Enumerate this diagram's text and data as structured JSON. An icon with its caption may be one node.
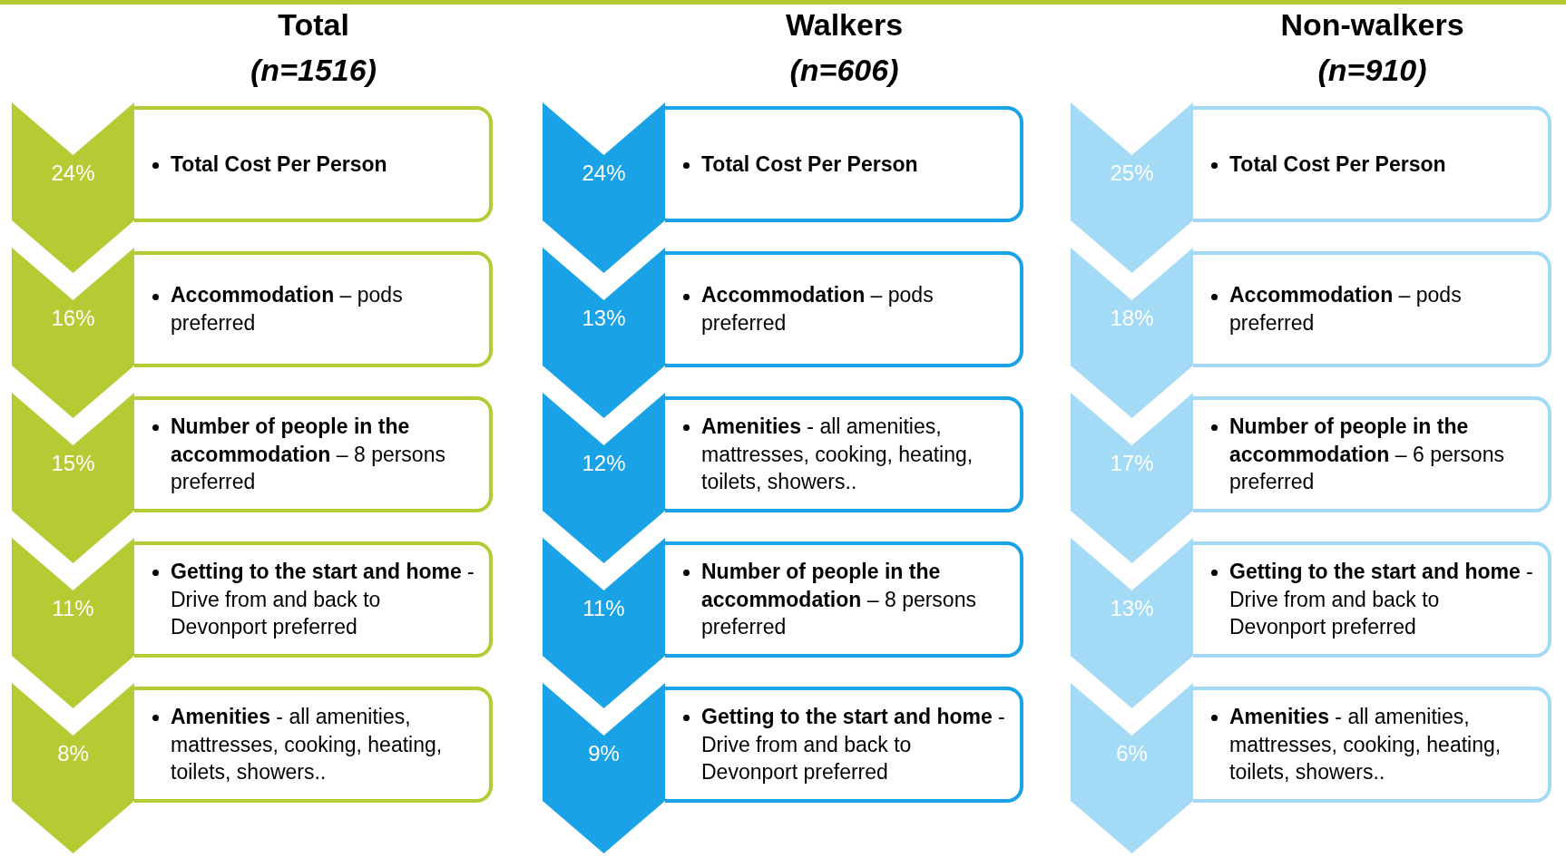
{
  "diagram": {
    "nodes": [
      {
        "text": [
          "24%"
        ]
      },
      {
        "text": [
          "Total Cost Per Person"
        ]
      },
      {
        "text": [
          "16%"
        ]
      },
      {
        "text": [
          "**Accommodation** – pods preferred"
        ]
      },
      {
        "text": [
          "15%"
        ]
      },
      {
        "text": [
          "**Number of people in the accommodation** – 8 persons preferred"
        ]
      },
      {
        "text": [
          "11%"
        ]
      },
      {
        "text": [
          "**Getting to the start and home** - Drive from and back to Devonport preferred"
        ]
      },
      {
        "text": [
          "8%"
        ]
      },
      {
        "text": [
          "**Amenities** - all amenities, mattresses, cooking, heating, toilets, showers.."
        ]
      },
      {
        "text": [
          "24%"
        ]
      },
      {
        "text": [
          "Total Cost Per Person"
        ]
      },
      {
        "text": [
          "13%"
        ]
      },
      {
        "text": [
          "**Accommodation** – pods preferred"
        ]
      },
      {
        "text": [
          "12%"
        ]
      },
      {
        "text": [
          "**Amenities** - all amenities, mattresses, cooking, heating, toilets, showers.."
        ]
      },
      {
        "text": [
          "11%"
        ]
      },
      {
        "text": [
          "**Number of people in the accommodation** – 8 persons preferred"
        ]
      },
      {
        "text": [
          "9%"
        ]
      },
      {
        "text": [
          "**Getting to the start and home** - Drive from and back to Devonport preferred"
        ]
      },
      {
        "text": [
          "25%"
        ]
      },
      {
        "text": [
          "Total Cost Per Person"
        ]
      },
      {
        "text": [
          "18%"
        ]
      },
      {
        "text": [
          "**Accommodation** – pods preferred"
        ]
      },
      {
        "text": [
          "17%"
        ]
      },
      {
        "text": [
          "**Number of people in the accommodation** – 6 persons preferred"
        ]
      },
      {
        "text": [
          "13%"
        ]
      },
      {
        "text": [
          "**Getting to the start and home** - Drive from and back to Devonport preferred"
        ]
      },
      {
        "text": [
          "6%"
        ]
      },
      {
        "text": [
          "**Amenities** - all amenities, mattresses, cooking, heating, toilets, showers.."
        ]
      }
    ],
    "labels": [
      "Total",
      "(n=1516)",
      "Walkers",
      "(n=606)",
      "Non-walkers",
      "(n=910)"
    ]
  }
}
